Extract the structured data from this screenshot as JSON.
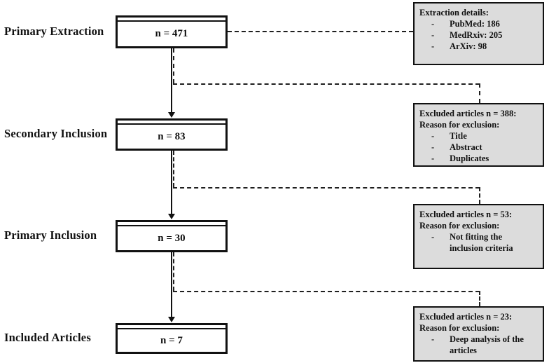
{
  "bullet": "-",
  "colors": {
    "background": "#ffffff",
    "box_border": "#111111",
    "side_box_bg": "#dcdcdc",
    "connector": "#1f1f1f"
  },
  "stages": [
    {
      "label": "Primary Extraction",
      "count": "n = 471"
    },
    {
      "label": "Secondary Inclusion",
      "count": "n = 83"
    },
    {
      "label": "Primary Inclusion",
      "count": "n = 30"
    },
    {
      "label": "Included Articles",
      "count": "n = 7"
    }
  ],
  "side_boxes": [
    {
      "title": "Extraction details:",
      "subtitle": "",
      "items": [
        "PubMed: 186",
        "MedRxiv: 205",
        "ArXiv: 98"
      ]
    },
    {
      "title": "Excluded articles n = 388:",
      "subtitle": "Reason for exclusion:",
      "items": [
        "Title",
        "Abstract",
        "Duplicates"
      ]
    },
    {
      "title": "Excluded articles n = 53:",
      "subtitle": "Reason for exclusion:",
      "items": [
        "Not fitting the inclusion criteria"
      ]
    },
    {
      "title": "Excluded articles n = 23:",
      "subtitle": "Reason for exclusion:",
      "items": [
        "Deep analysis of the articles"
      ]
    }
  ]
}
